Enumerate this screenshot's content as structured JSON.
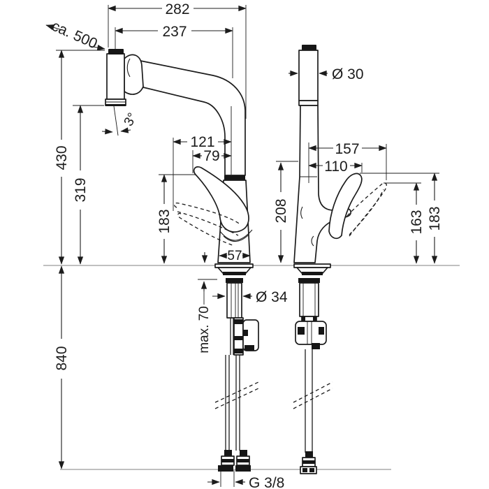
{
  "drawing": {
    "type": "kitchen-faucet-dimensional-drawing",
    "units": "mm",
    "dimensions": {
      "overall_projection": "282",
      "spout_reach": "237",
      "pullout_hose_length": "ca. 500",
      "height_to_spray_top": "430",
      "height_to_spray_outlet": "319",
      "spray_angle": "3°",
      "handle_reach_open_front": "121",
      "handle_reach_front": "79",
      "handle_height_front": "183",
      "base_width": "57",
      "max_deck_thickness": "max. 70",
      "shank_diameter": "Ø 34",
      "supply_hose_length": "840",
      "connection_thread": "G 3/8",
      "column_diameter": "Ø 30",
      "handle_reach_open_side": "157",
      "handle_reach_side": "110",
      "spout_outlet_height": "208",
      "handle_height_open_side": "163",
      "handle_height_side": "183"
    }
  }
}
